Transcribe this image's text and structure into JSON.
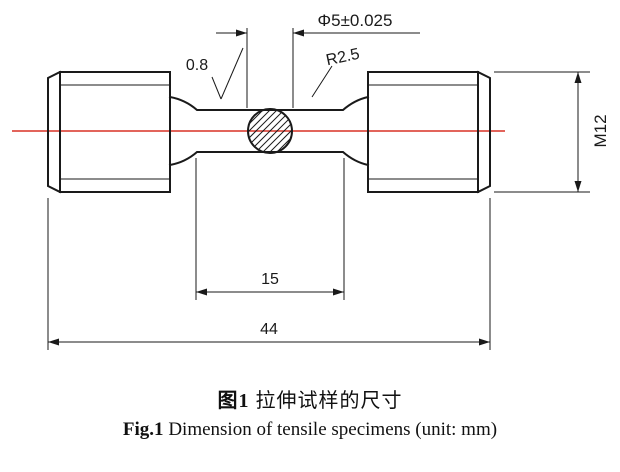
{
  "drawing": {
    "labels": {
      "gauge_diameter": "Φ5±0.025",
      "surface_roughness": "0.8",
      "fillet_radius": "R2.5",
      "thread_size": "M12",
      "gauge_length": "15",
      "total_length": "44"
    },
    "colors": {
      "outline": "#1a1a1a",
      "centerline": "#d93025"
    }
  },
  "caption": {
    "zh_label": "图1",
    "zh_text": "拉伸试样的尺寸",
    "en_label": "Fig.1",
    "en_text": "Dimension of tensile specimens (unit: mm)"
  }
}
